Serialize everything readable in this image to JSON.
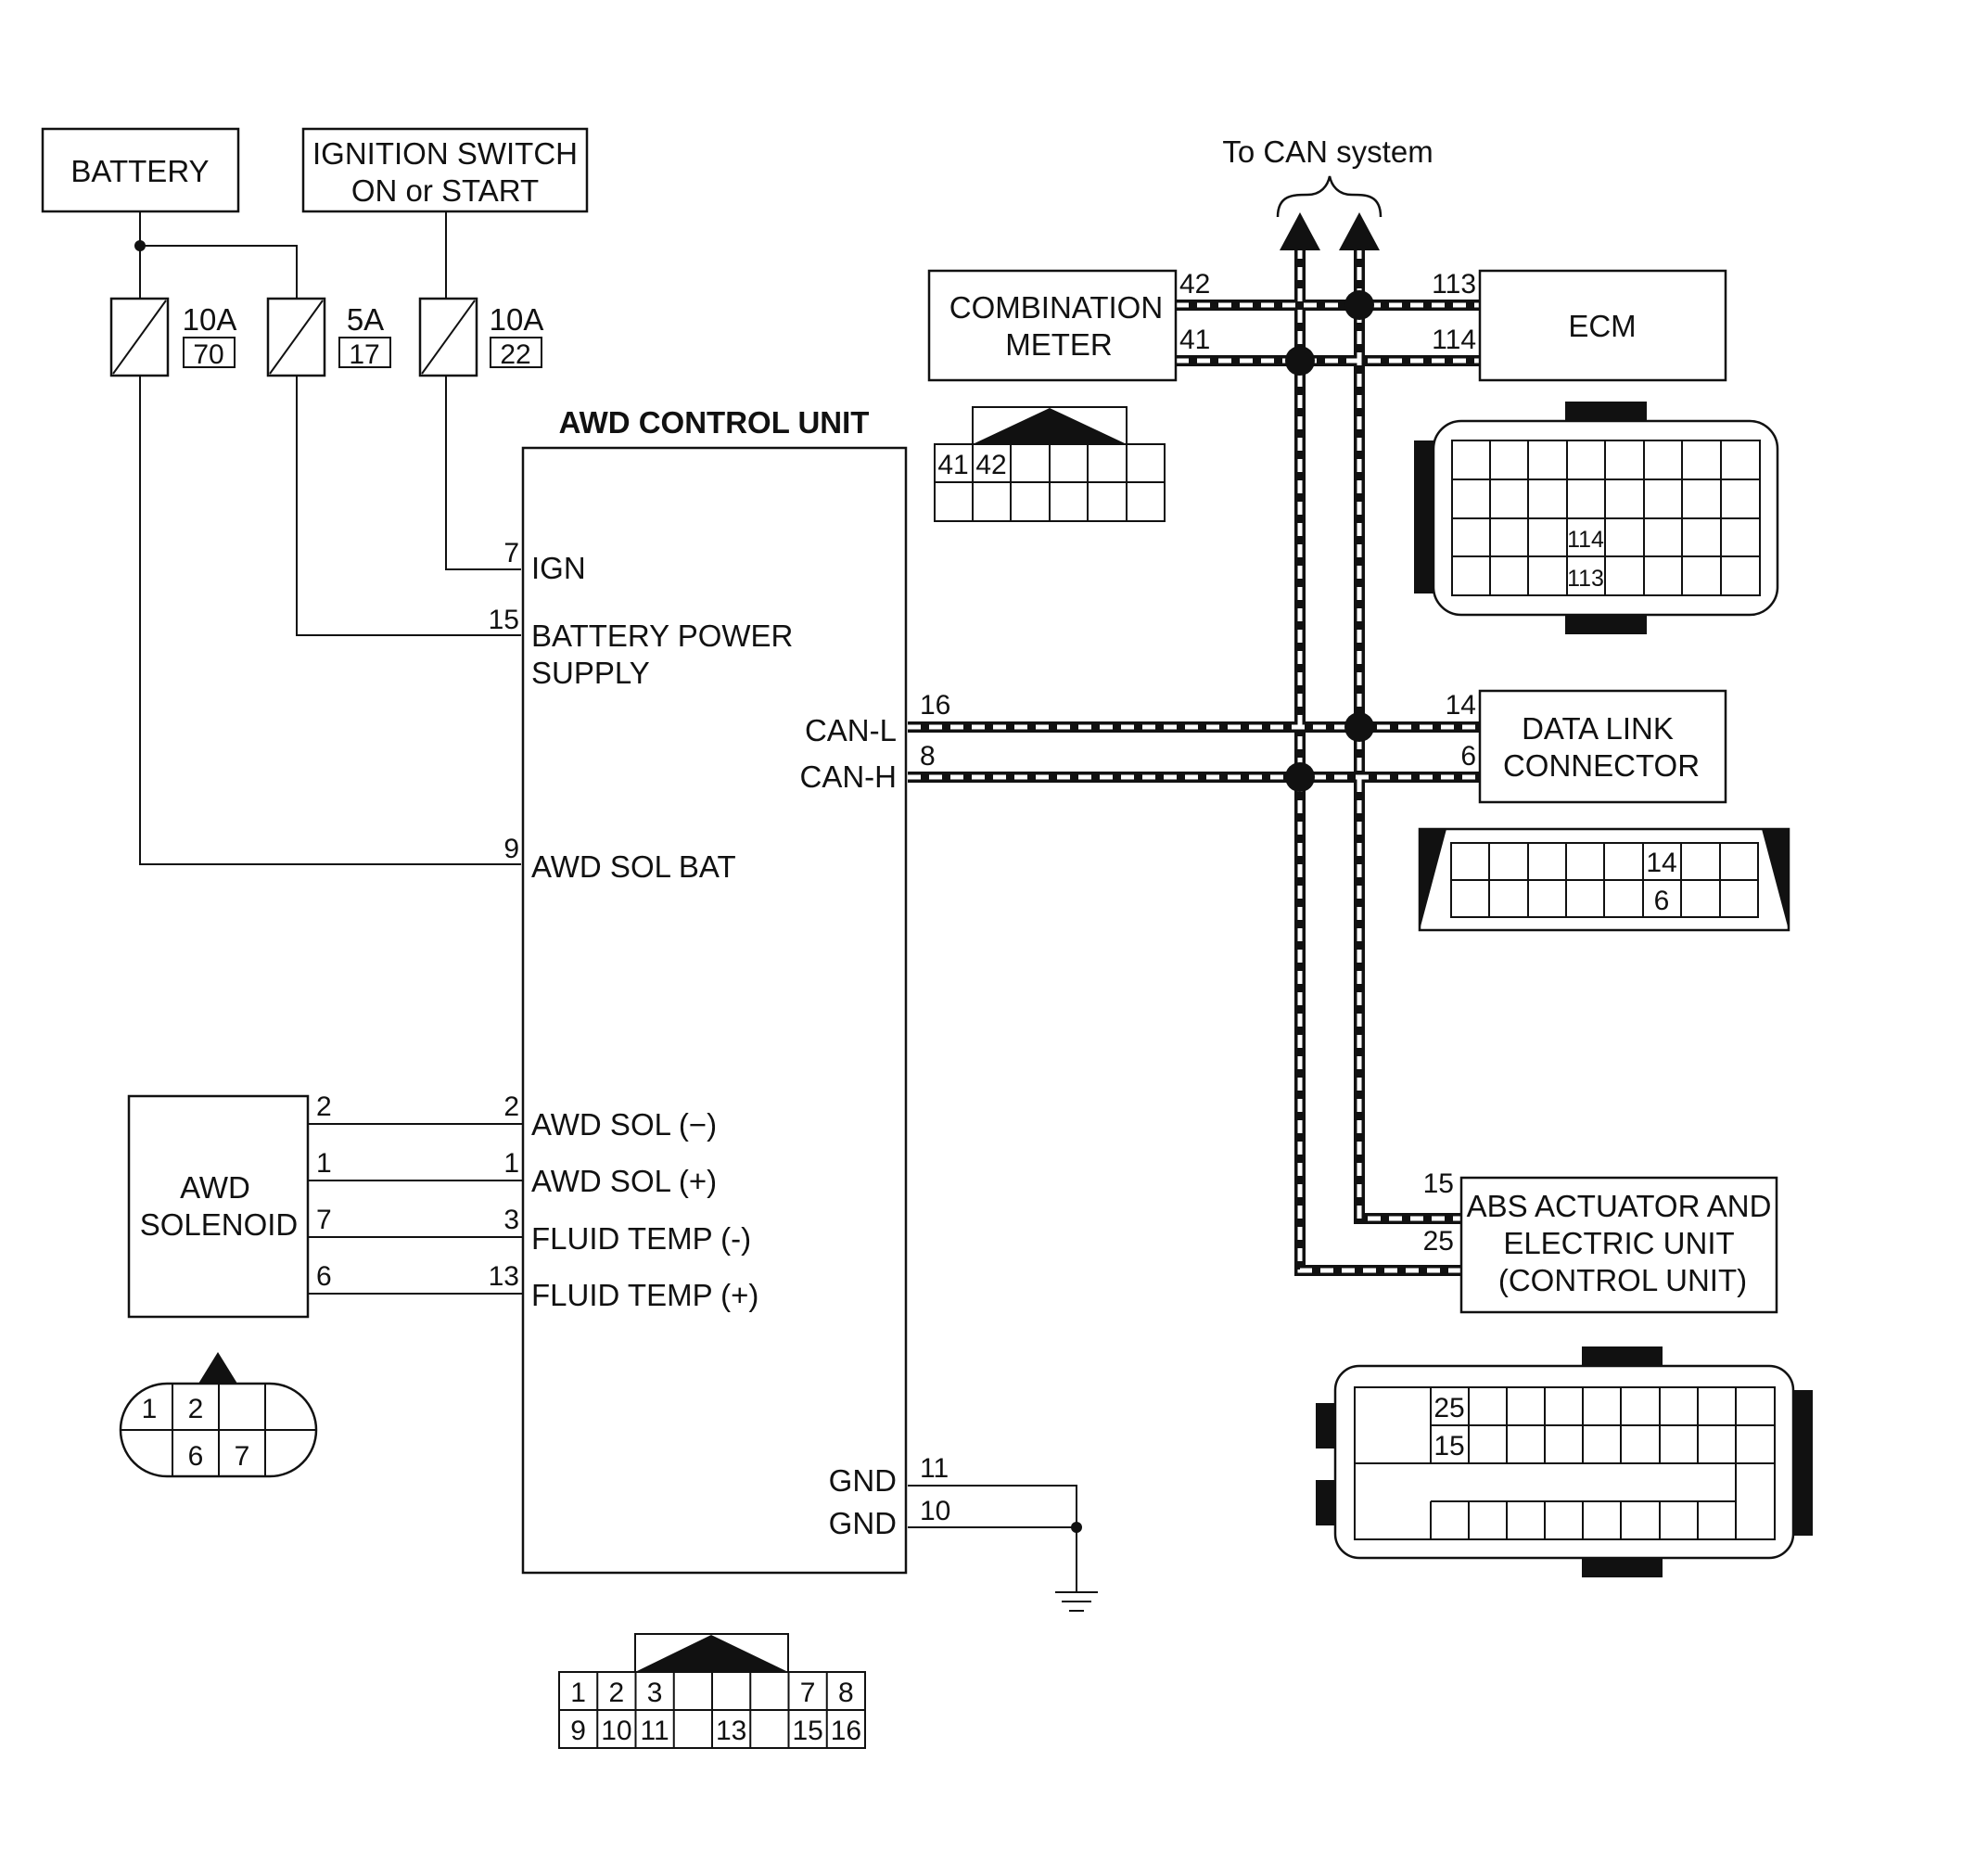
{
  "diagram": {
    "title": "AWD CONTROL UNIT",
    "can_system_label": "To CAN system",
    "battery": "BATTERY",
    "ignition": {
      "line1": "IGNITION SWITCH",
      "line2": "ON or START"
    },
    "fuses": [
      {
        "rating": "10A",
        "number": "70"
      },
      {
        "rating": "5A",
        "number": "17"
      },
      {
        "rating": "10A",
        "number": "22"
      }
    ],
    "control_unit_pins": {
      "ign": {
        "pin": "7",
        "label": "IGN"
      },
      "battery_power": {
        "pin": "15",
        "line1": "BATTERY POWER",
        "line2": "SUPPLY"
      },
      "can_l": {
        "pin": "16",
        "label": "CAN-L"
      },
      "can_h": {
        "pin": "8",
        "label": "CAN-H"
      },
      "awd_sol_bat": {
        "pin": "9",
        "label": "AWD SOL BAT"
      },
      "awd_sol_neg": {
        "pin": "2",
        "label": "AWD SOL (−)"
      },
      "awd_sol_pos": {
        "pin": "1",
        "label": "AWD SOL (+)"
      },
      "fluid_temp_neg": {
        "pin": "3",
        "label": "FLUID TEMP (-)"
      },
      "fluid_temp_pos": {
        "pin": "13",
        "label": "FLUID TEMP (+)"
      },
      "gnd_11": {
        "pin": "11",
        "label": "GND"
      },
      "gnd_10": {
        "pin": "10",
        "label": "GND"
      }
    },
    "awd_solenoid": {
      "line1": "AWD",
      "line2": "SOLENOID",
      "pins": [
        "2",
        "1",
        "7",
        "6"
      ],
      "connector_cells": [
        "1",
        "2",
        "6",
        "7"
      ]
    },
    "combination_meter": {
      "line1": "COMBINATION",
      "line2": "METER",
      "pin_42": "42",
      "pin_41": "41",
      "connector_cells": [
        "41",
        "42"
      ]
    },
    "ecm": {
      "label": "ECM",
      "pin_113": "113",
      "pin_114": "114",
      "connector_cells": [
        "114",
        "113"
      ]
    },
    "data_link": {
      "line1": "DATA LINK",
      "line2": "CONNECTOR",
      "pin_14": "14",
      "pin_6": "6",
      "connector_cells": [
        "14",
        "6"
      ]
    },
    "abs": {
      "line1": "ABS ACTUATOR AND",
      "line2": "ELECTRIC UNIT",
      "line3": "(CONTROL UNIT)",
      "pin_15": "15",
      "pin_25": "25",
      "connector_cells": [
        "25",
        "15"
      ]
    },
    "awd_connector_cells": {
      "top": [
        "1",
        "2",
        "3",
        "",
        "",
        "",
        "7",
        "8"
      ],
      "bottom": [
        "9",
        "10",
        "11",
        "",
        "13",
        "",
        "15",
        "16"
      ]
    }
  }
}
